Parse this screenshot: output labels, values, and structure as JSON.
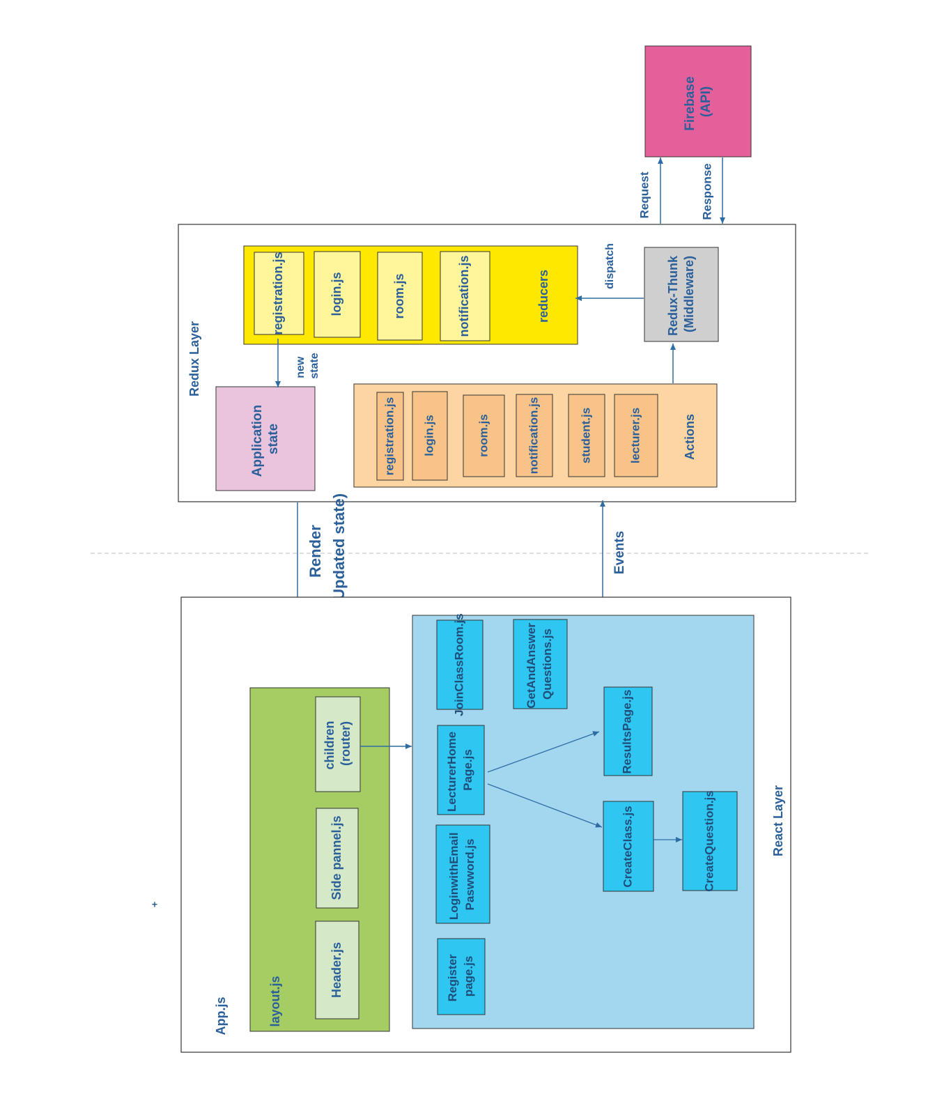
{
  "redux_layer": {
    "title": "Redux Layer",
    "application_state": [
      "Application",
      "state"
    ],
    "new_state": [
      "new",
      "state"
    ],
    "reducers": {
      "label": "reducers",
      "items": [
        "registration.js",
        "login.js",
        "room.js",
        "notification.js"
      ]
    },
    "dispatch": "dispatch",
    "middleware": [
      "Redux-Thunk",
      "(Middleware)"
    ],
    "actions": {
      "label": "Actions",
      "items": [
        "registration.js",
        "login.js",
        "room.js",
        "notification.js",
        "student.js",
        "lecturer.js"
      ]
    }
  },
  "firebase": [
    "Firebase",
    "(API)"
  ],
  "request": "Request",
  "response": "Response",
  "render": [
    "Render",
    "(Updated state)"
  ],
  "events": "Events",
  "react_layer": {
    "title": "React Layer",
    "app": "App.js",
    "layout": {
      "label": "layout.js",
      "header": "Header.js",
      "side_panel": "Side pannel.js",
      "children": [
        "children",
        "(router)"
      ]
    },
    "pages": {
      "join_classroom": "JoinClassRoom.js",
      "get_and_answer": [
        "GetAndAnswer",
        "Questions.js"
      ],
      "lecturer_home": [
        "LecturerHome",
        "Page.js"
      ],
      "results_page": "ResultsPage.js",
      "login_email": [
        "LoginwithEmail",
        "Paswword.js"
      ],
      "create_class": "CreateClass.js",
      "create_question": "CreateQuestion.js",
      "register_page": [
        "Register",
        "page.js"
      ]
    }
  },
  "colors": {
    "line": "#2e6da4",
    "text": "#2a5f9a",
    "firebase": "#e5609a",
    "reducers": "#ffe800",
    "reducer_item": "#fff59a",
    "app_state": "#eac4dc",
    "actions": "#fcd5a2",
    "action_item": "#f8c388",
    "middleware": "#cfcfcf",
    "layout": "#a5cd63",
    "layout_item": "#d5e8c8",
    "react_panel": "#a3d7ef",
    "react_item": "#2fc6f2"
  }
}
